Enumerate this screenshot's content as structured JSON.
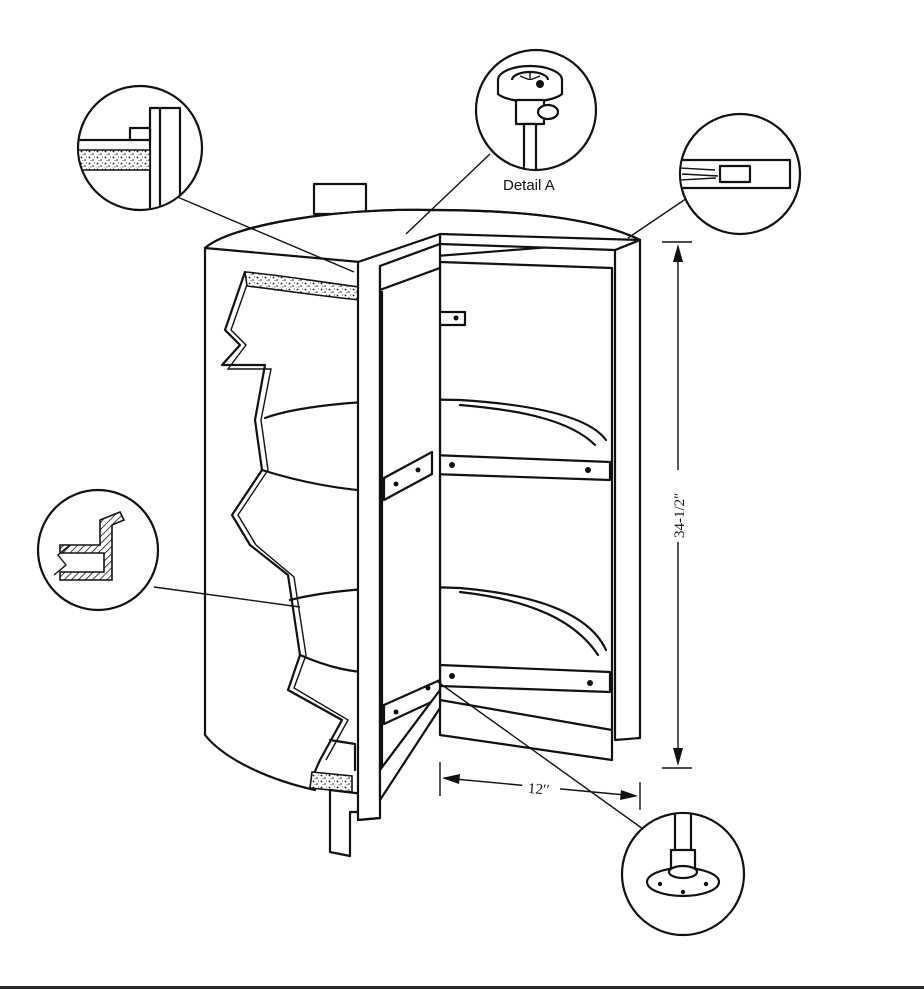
{
  "labels": {
    "detail_a": "Detail A",
    "height_dimension": "34-1/2″",
    "width_dimension": "12′′"
  },
  "colors": {
    "ink": "#111111",
    "paper": "#ffffff"
  }
}
